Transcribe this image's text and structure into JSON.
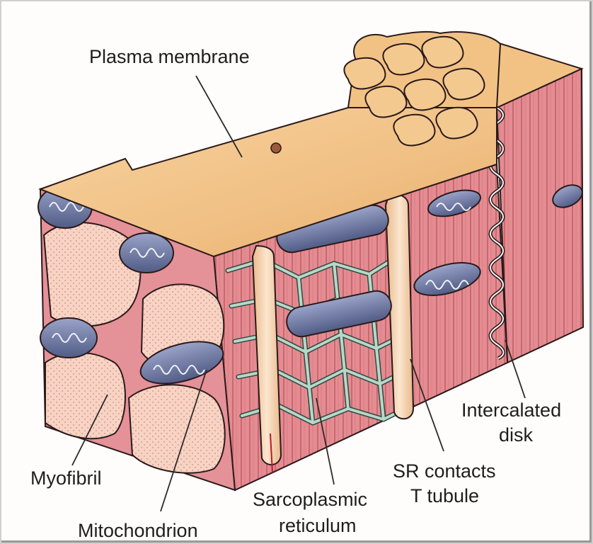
{
  "labels": {
    "plasma_membrane": "Plasma membrane",
    "intercalated_disk_line1": "Intercalated",
    "intercalated_disk_line2": "disk",
    "sr_contacts_line1": "SR contacts",
    "sr_contacts_line2": "T tubule",
    "myofibril": "Myofibril",
    "sarcoplasmic_line1": "Sarcoplasmic",
    "sarcoplasmic_line2": "reticulum",
    "mitochondrion": "Mitochondrion"
  },
  "colors": {
    "membrane": "#f2c285",
    "membrane_dark": "#d99a55",
    "muscle": "#e1848a",
    "muscle_stripe": "#b8525c",
    "myofibril_face": "#f8d3c3",
    "sarcoplasmic_reticulum": "#b9d7c8",
    "sr_outline": "#2d4a40",
    "mitochondrion": "#6f7aa2",
    "t_tubule": "#f6dcc0",
    "outline": "#2a1a1a"
  }
}
